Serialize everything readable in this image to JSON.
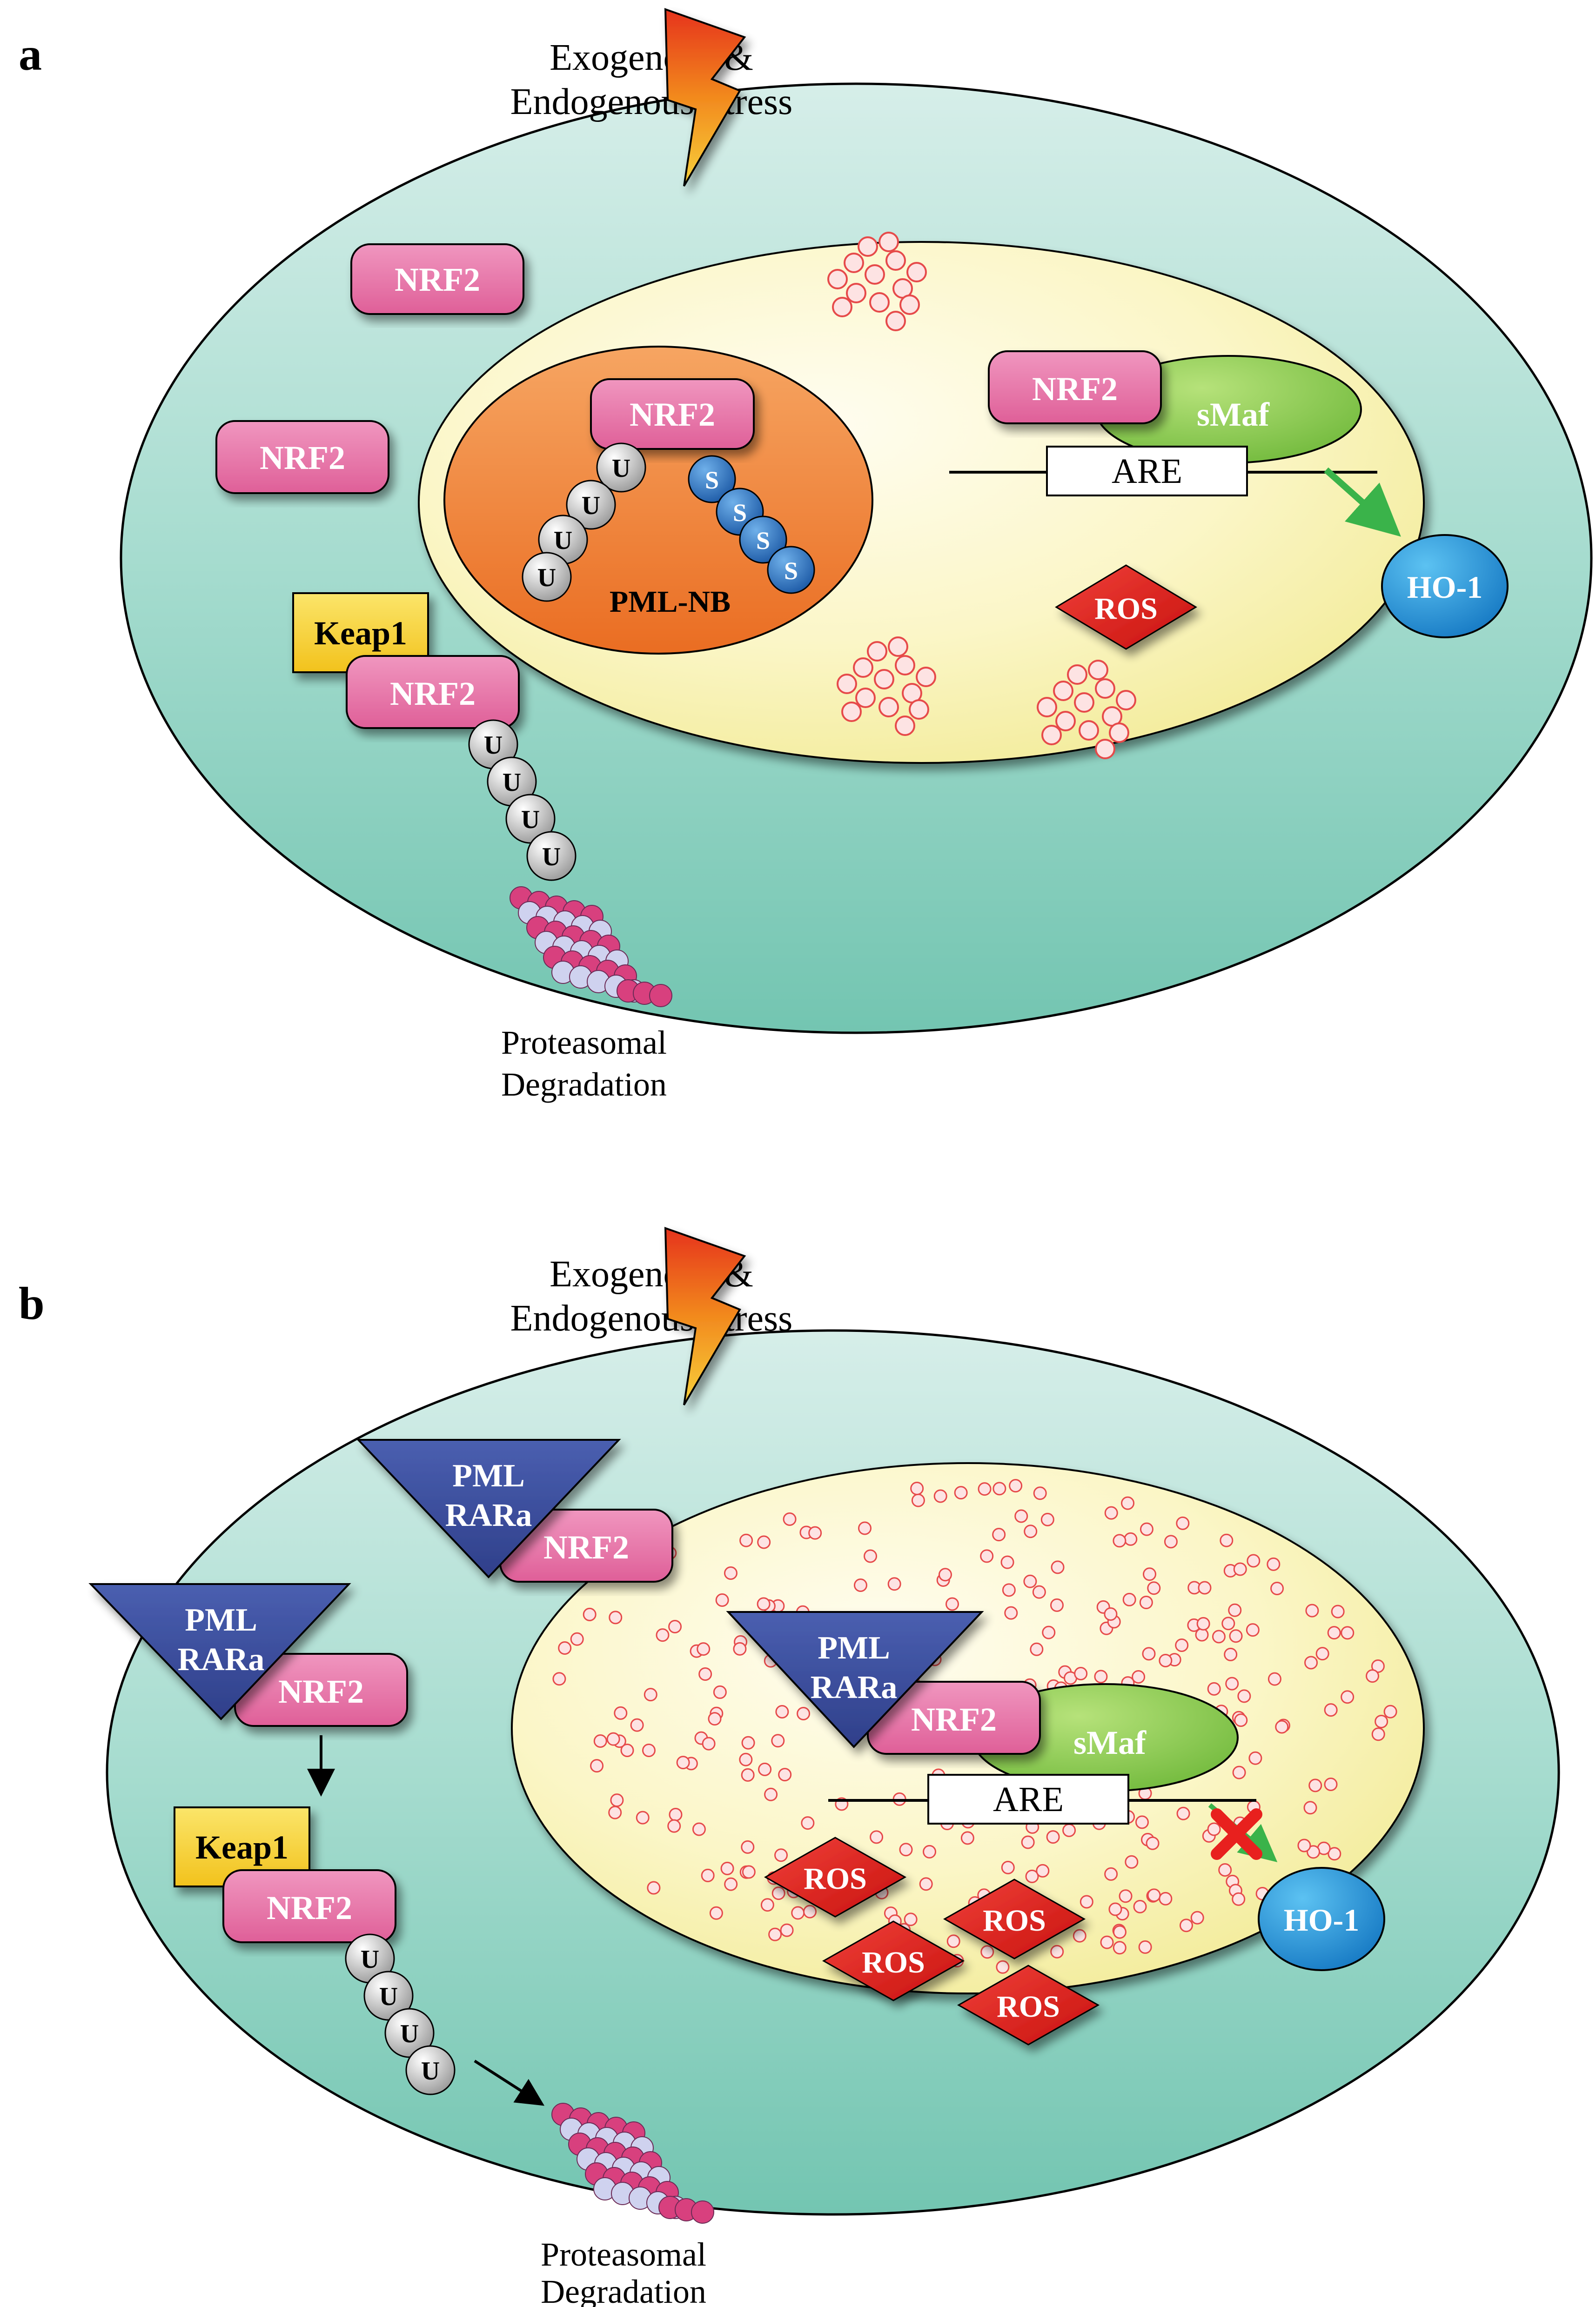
{
  "panel_a": {
    "panel_label": "a",
    "stress_line1": "Exogenous &",
    "stress_line2": "Endogenous Stress",
    "nrf2_label": "NRF2",
    "pml_nb_label": "PML-NB",
    "ub_label": "U",
    "sumo_label": "S",
    "keap1_label": "Keap1",
    "smaf_label": "sMaf",
    "are_label": "ARE",
    "ho1_label": "HO-1",
    "ros_label": "ROS",
    "proteasome_line1": "Proteasomal",
    "proteasome_line2": "Degradation"
  },
  "panel_b": {
    "panel_label": "b",
    "stress_line1": "Exogenous &",
    "stress_line2": "Endogenous Stress",
    "nrf2_label": "NRF2",
    "pml_rara_line1": "PML",
    "pml_rara_line2": "RARa",
    "ub_label": "U",
    "keap1_label": "Keap1",
    "smaf_label": "sMaf",
    "are_label": "ARE",
    "ho1_label": "HO-1",
    "ros_label": "ROS",
    "proteasome_line1": "Proteasomal",
    "proteasome_line2": "Degradation"
  },
  "colors": {
    "cell_fill": "#8dd3c3",
    "nucleus_fill": "#fbf7c0",
    "nrf2_fill": "#e879a8",
    "pml_nb_fill": "#f08a3c",
    "smaf_fill": "#8fcc4e",
    "keap1_fill": "#f7d23a",
    "ho1_fill": "#2196d6",
    "ros_fill": "#e8201e",
    "sumo_fill": "#2f79c2",
    "pml_rara_fill": "#3d4f9e",
    "arrow_green": "#3ab34a"
  }
}
